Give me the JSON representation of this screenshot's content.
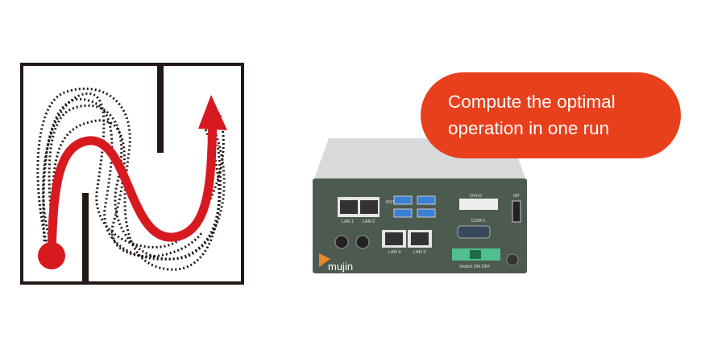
{
  "callout": {
    "line1": "Compute the optimal",
    "line2": "operation in one run"
  },
  "device": {
    "brand": "mujin",
    "ports": {
      "lan1": "LAN 1",
      "lan2": "LAN 2",
      "lan3": "LAN 3",
      "lan4": "LAN 4",
      "dvi": "DVI-D",
      "com1": "COM 1",
      "dp": "DP",
      "rst": "RST",
      "switch": "Switch ON OFF"
    }
  },
  "colors": {
    "accent": "#e8401c",
    "path": "#d71920",
    "panel": "#4d5a50"
  }
}
